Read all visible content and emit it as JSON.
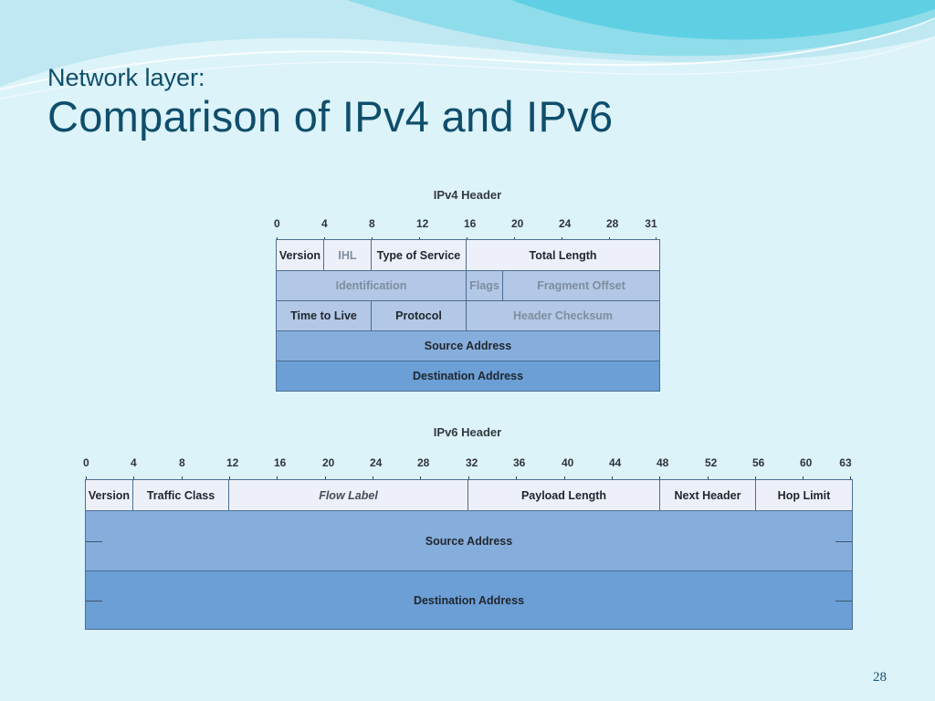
{
  "slide": {
    "subtitle": "Network layer:",
    "title": "Comparison of IPv4 and IPv6",
    "page_number": "28"
  },
  "ipv4": {
    "caption": "IPv4 Header",
    "ticks": [
      "0",
      "4",
      "8",
      "12",
      "16",
      "20",
      "24",
      "28",
      "31"
    ],
    "rows": [
      [
        "Version",
        "IHL",
        "Type of Service",
        "Total Length"
      ],
      [
        "Identification",
        "Flags",
        "Fragment Offset"
      ],
      [
        "Time to Live",
        "Protocol",
        "Header Checksum"
      ],
      [
        "Source Address"
      ],
      [
        "Destination Address"
      ]
    ]
  },
  "ipv6": {
    "caption": "IPv6 Header",
    "ticks": [
      "0",
      "4",
      "8",
      "12",
      "16",
      "20",
      "24",
      "28",
      "32",
      "36",
      "40",
      "44",
      "48",
      "52",
      "56",
      "60",
      "63"
    ],
    "rows": [
      [
        "Version",
        "Traffic Class",
        "Flow Label",
        "Payload Length",
        "Next Header",
        "Hop Limit"
      ],
      [
        "Source Address"
      ],
      [
        "Destination Address"
      ]
    ]
  },
  "colors": {
    "background": "#dcf3f9",
    "title": "#0f4e6b",
    "row_light": "#eef0f9",
    "row_lavender": "#b3c7e6",
    "row_mid": "#86aedc",
    "row_dark": "#6b9fd6"
  }
}
